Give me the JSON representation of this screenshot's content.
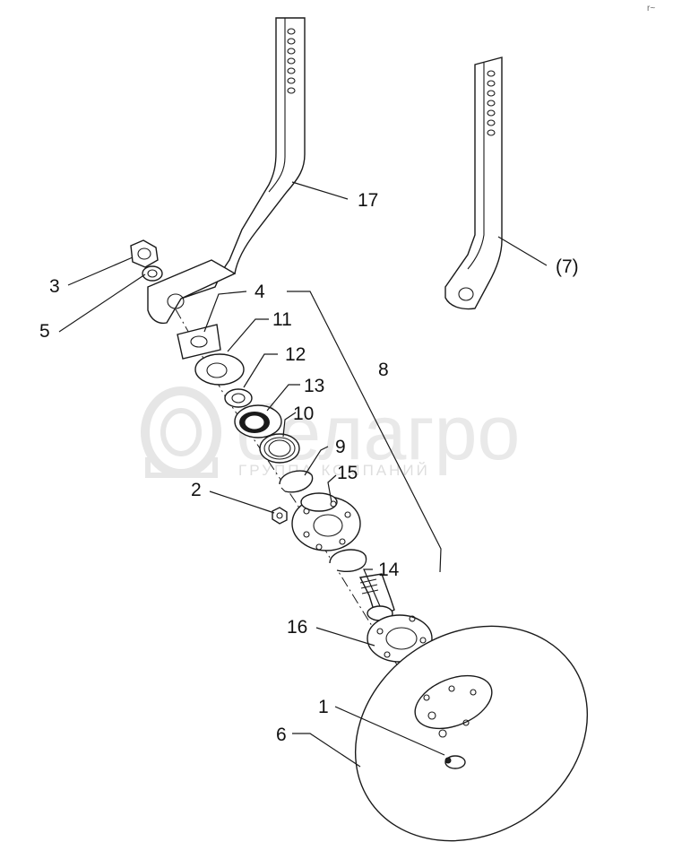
{
  "watermark": {
    "brand": "белагро",
    "tagline": "ГРУППА КОМПАНИЙ"
  },
  "corner_mark": "r~",
  "callouts": {
    "c1": "1",
    "c2": "2",
    "c3": "3",
    "c4": "4",
    "c5": "5",
    "c6": "6",
    "c7": "(7)",
    "c8": "8",
    "c9": "9",
    "c10": "10",
    "c11": "11",
    "c12": "12",
    "c13": "13",
    "c14": "14",
    "c15": "15",
    "c16": "16",
    "c17": "17"
  }
}
